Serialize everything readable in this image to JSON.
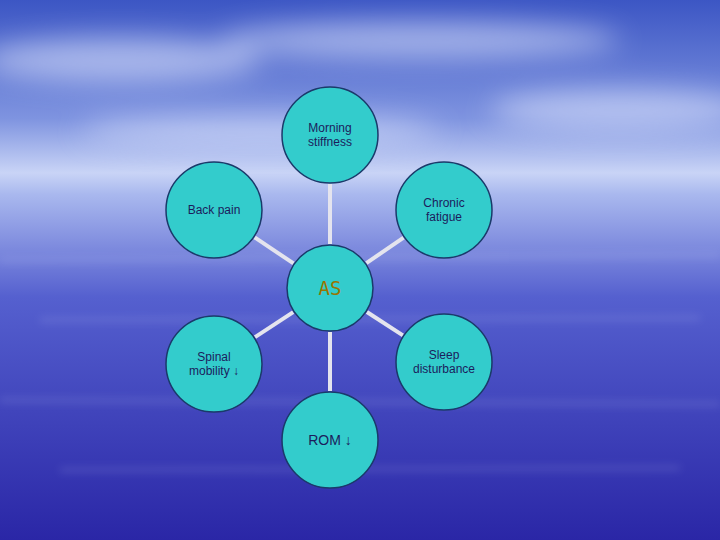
{
  "diagram": {
    "nodes": [
      {
        "text": [
          "Morning stiffness"
        ]
      },
      {
        "text": [
          "Back pain"
        ]
      },
      {
        "text": [
          "Chronic fatigue"
        ]
      },
      {
        "text": [
          "AS"
        ]
      },
      {
        "text": [
          "Spinal mobility ↓"
        ]
      },
      {
        "text": [
          "Sleep disturbance"
        ]
      },
      {
        "text": [
          "ROM ↓"
        ]
      }
    ],
    "edges": [
      {
        "from": 3,
        "to": 0,
        "arrow": "none"
      },
      {
        "from": 3,
        "to": 1,
        "arrow": "none"
      },
      {
        "from": 3,
        "to": 2,
        "arrow": "none"
      },
      {
        "from": 3,
        "to": 4,
        "arrow": "none"
      },
      {
        "from": 3,
        "to": 5,
        "arrow": "none"
      },
      {
        "from": 3,
        "to": 6,
        "arrow": "none"
      }
    ]
  }
}
